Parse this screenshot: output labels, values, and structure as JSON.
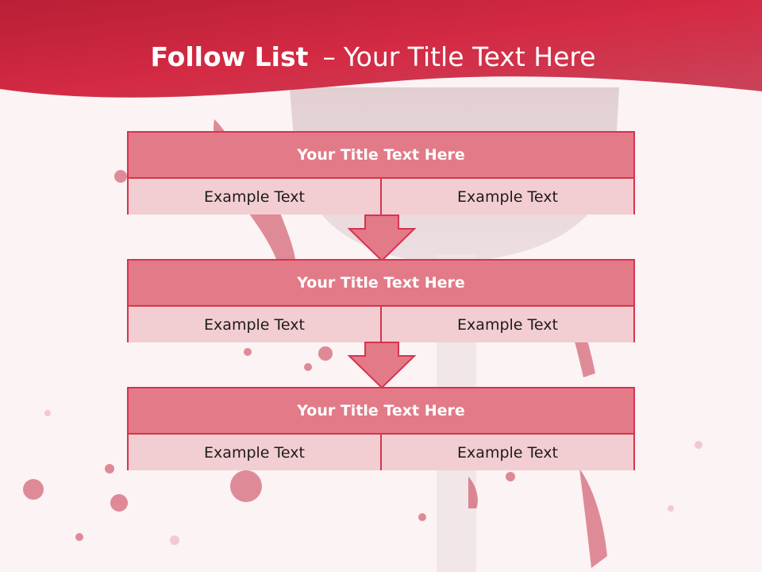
{
  "slide": {
    "title_bold": "Follow List",
    "title_separator": "–",
    "title_rest": "Your Title Text Here"
  },
  "blocks": [
    {
      "header": "Your Title Text Here",
      "left": "Example Text",
      "right": "Example Text"
    },
    {
      "header": "Your Title Text Here",
      "left": "Example Text",
      "right": "Example Text"
    },
    {
      "header": "Your Title Text Here",
      "left": "Example Text",
      "right": "Example Text"
    }
  ],
  "colors": {
    "banner": "#d42a44",
    "block_border": "#d8334f",
    "block_header": "#e27a87",
    "block_cell": "#f2cdd1",
    "background": "#fbf3f4"
  }
}
